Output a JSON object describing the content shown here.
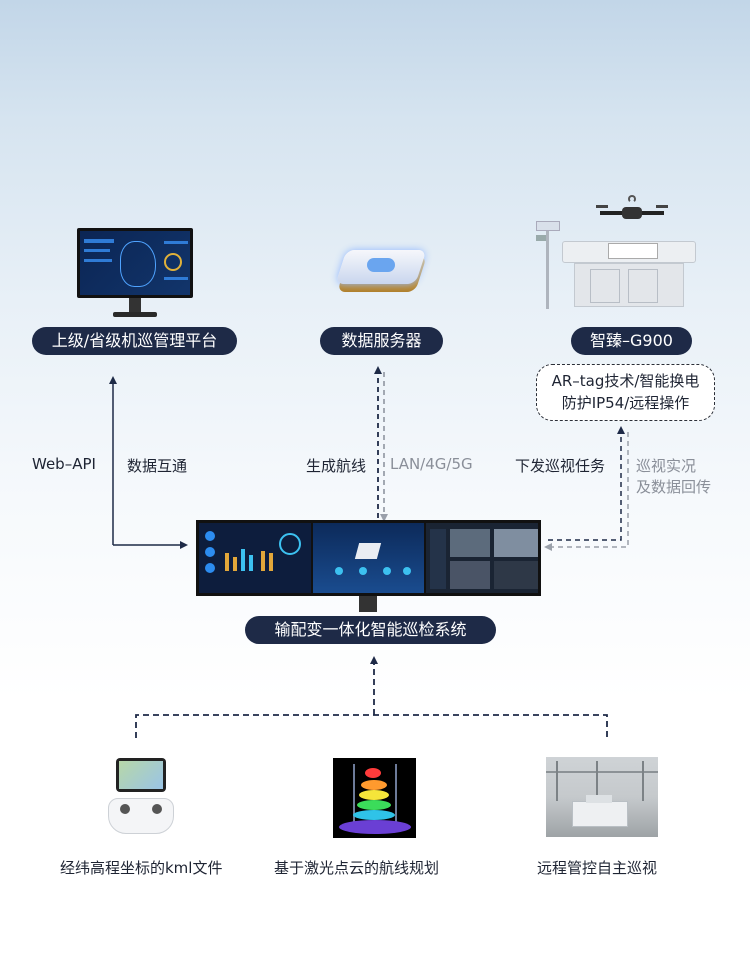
{
  "nodes": {
    "platform": "上级/省级机巡管理平台",
    "data_server": "数据服务器",
    "zhizhen": "智臻–G900",
    "center_system": "输配变一体化智能巡检系统"
  },
  "zhizhen_features": {
    "line1": "AR–tag技术/智能换电",
    "line2": "防护IP54/远程操作"
  },
  "edge_labels": {
    "web_api": "Web–API",
    "data_exchange": "数据互通",
    "generate_route": "生成航线",
    "network": "LAN/4G/5G",
    "dispatch_task": "下发巡视任务",
    "live_view_line1": "巡视实况",
    "live_view_line2": "及数据回传"
  },
  "sources": [
    {
      "label": "经纬高程坐标的kml文件",
      "icon": "remote-controller-icon"
    },
    {
      "label": "基于激光点云的航线规划",
      "icon": "lidar-point-cloud-icon"
    },
    {
      "label": "远程管控自主巡视",
      "icon": "substation-dock-icon"
    }
  ],
  "colors": {
    "pill_bg": "#1e2a47",
    "arrow_dark": "#1e2a47",
    "arrow_gray": "#9aa0aa",
    "screen_bg": "#0c1b3a"
  }
}
